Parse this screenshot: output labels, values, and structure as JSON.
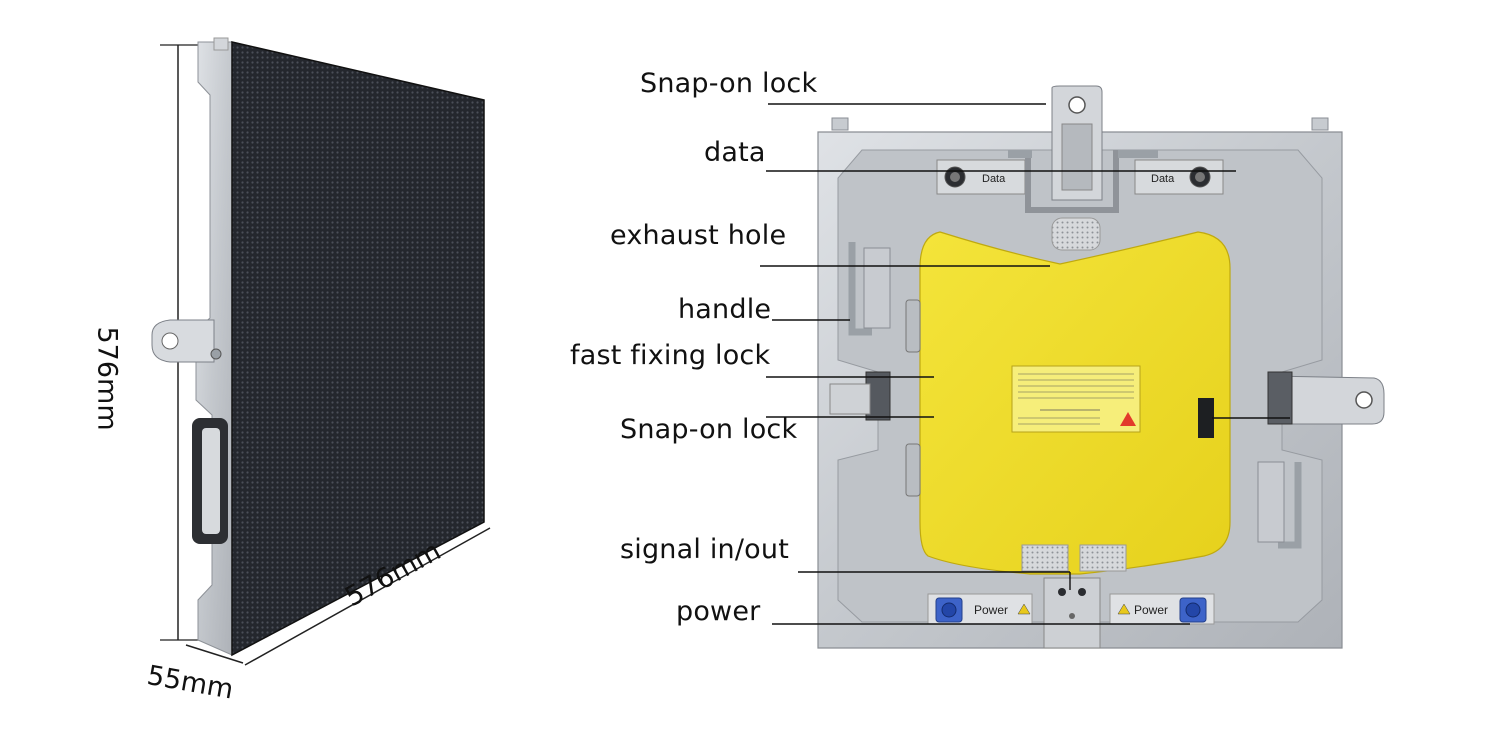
{
  "dimensions": {
    "height": "576mm",
    "width": "576mm",
    "depth": "55mm"
  },
  "callouts": {
    "snap_on_lock_top": "Snap-on lock",
    "data": "data",
    "exhaust_hole": "exhaust hole",
    "handle": "handle",
    "fast_fixing_lock": "fast fixing lock",
    "snap_on_lock_side": "Snap-on lock",
    "signal_in_out": "signal in/out",
    "power": "power"
  },
  "back_panel": {
    "data_label_left": "Data",
    "data_label_right": "Data",
    "power_label_left": "Power",
    "power_label_right": "Power"
  },
  "colors": {
    "cabinet_silver": "#c9ccd0",
    "cover_yellow": "#f1e02a",
    "led_face": "#2a2d33",
    "connector_blue": "#3d63c9"
  }
}
